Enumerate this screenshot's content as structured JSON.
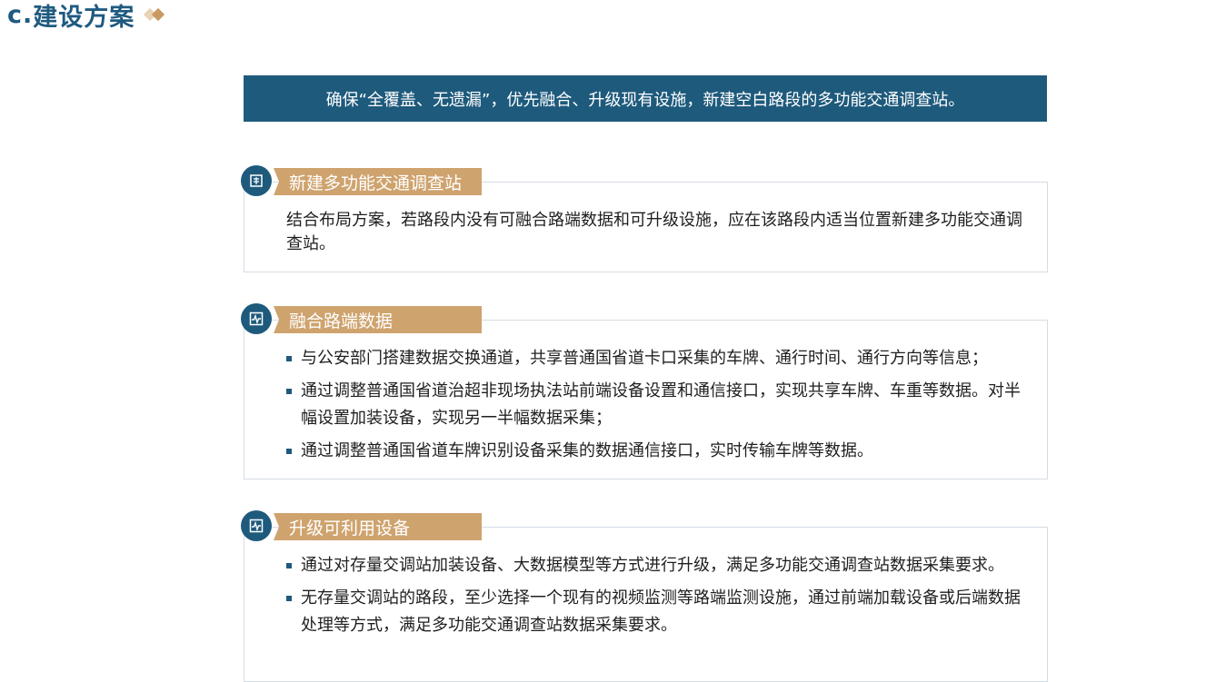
{
  "title": {
    "prefix": "c.",
    "text": "建设方案"
  },
  "banner": "确保“全覆盖、无遗漏”，优先融合、升级现有设施，新建空白路段的多功能交通调查站。",
  "sections": [
    {
      "heading": "新建多功能交通调查站",
      "icon": "building-icon",
      "paragraph": "结合布局方案，若路段内没有可融合路端数据和可升级设施，应在该路段内适当位置新建多功能交通调查站。"
    },
    {
      "heading": "融合路端数据",
      "icon": "signal-chart-icon",
      "items": [
        "与公安部门搭建数据交换通道，共享普通国省道卡口采集的车牌、通行时间、通行方向等信息；",
        "通过调整普通国省道治超非现场执法站前端设备设置和通信接口，实现共享车牌、车重等数据。对半幅设置加装设备，实现另一半幅数据采集；",
        "通过调整普通国省道车牌识别设备采集的数据通信接口，实时传输车牌等数据。"
      ]
    },
    {
      "heading": "升级可利用设备",
      "icon": "signal-chart-icon",
      "items": [
        "通过对存量交调站加装设备、大数据模型等方式进行升级，满足多功能交通调查站数据采集要求。",
        "无存量交调站的路段，至少选择一个现有的视频监测等路端监测设施，通过前端加载设备或后端数据处理等方式，满足多功能交通调查站数据采集要求。"
      ]
    }
  ]
}
